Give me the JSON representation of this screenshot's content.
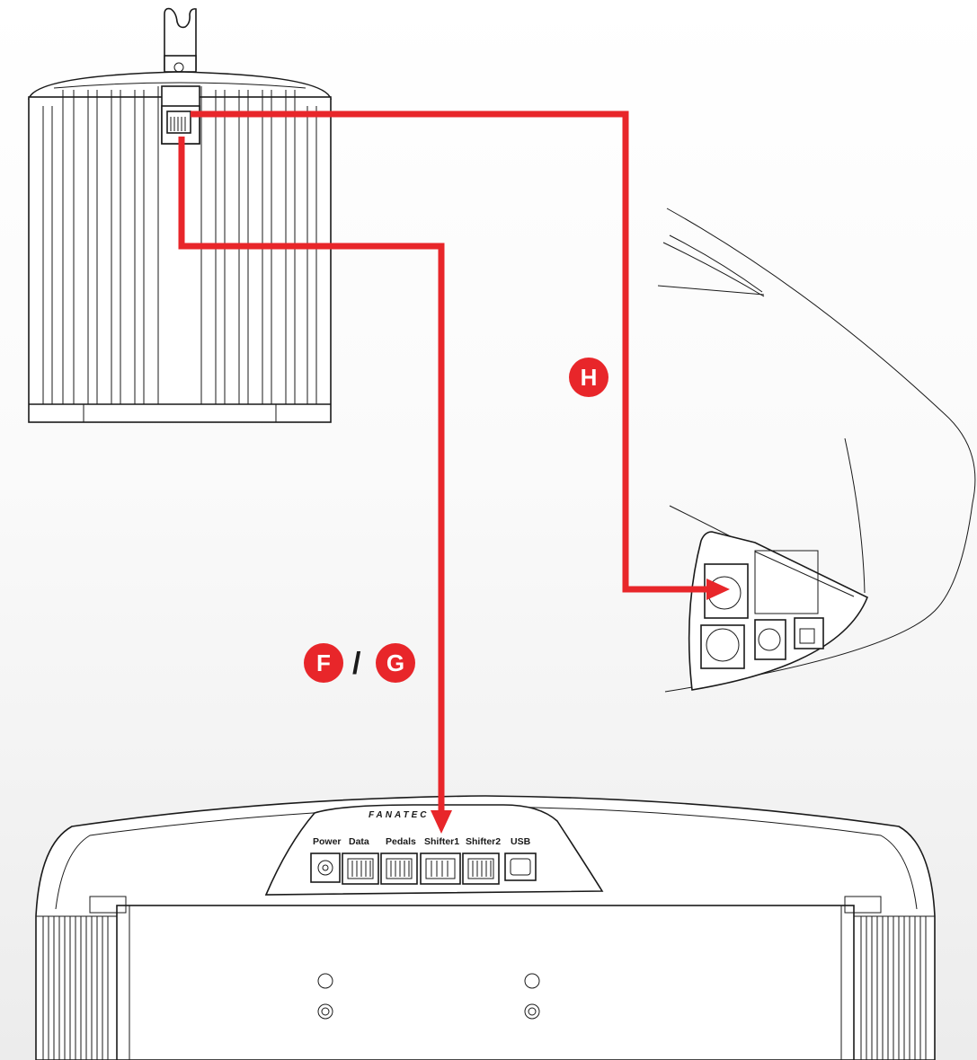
{
  "labels": {
    "cable_h": "H",
    "cable_f": "F",
    "cable_g": "G",
    "separator": "/"
  },
  "base_ports": [
    "Power",
    "Data",
    "Pedals",
    "Shifter1",
    "Shifter2",
    "USB"
  ],
  "brand_mark": "FANATEC",
  "colors": {
    "cable": "#e8262a",
    "outline": "#1a1a1a",
    "background": "#f5f5f5"
  }
}
